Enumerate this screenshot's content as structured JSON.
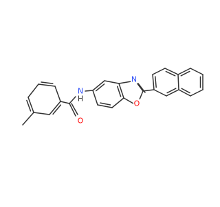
{
  "molecule": {
    "atom_colors": {
      "N": "#3050f8",
      "O": "#ff0d0d",
      "H": "#333333"
    },
    "bond_color": "#333333",
    "atoms": [
      {
        "id": "n_amide",
        "symbol": "N"
      },
      {
        "id": "h_amide",
        "symbol": "H"
      },
      {
        "id": "o_carbonyl",
        "symbol": "O"
      },
      {
        "id": "n_oxazole",
        "symbol": "N"
      },
      {
        "id": "o_oxazole",
        "symbol": "O"
      }
    ]
  }
}
